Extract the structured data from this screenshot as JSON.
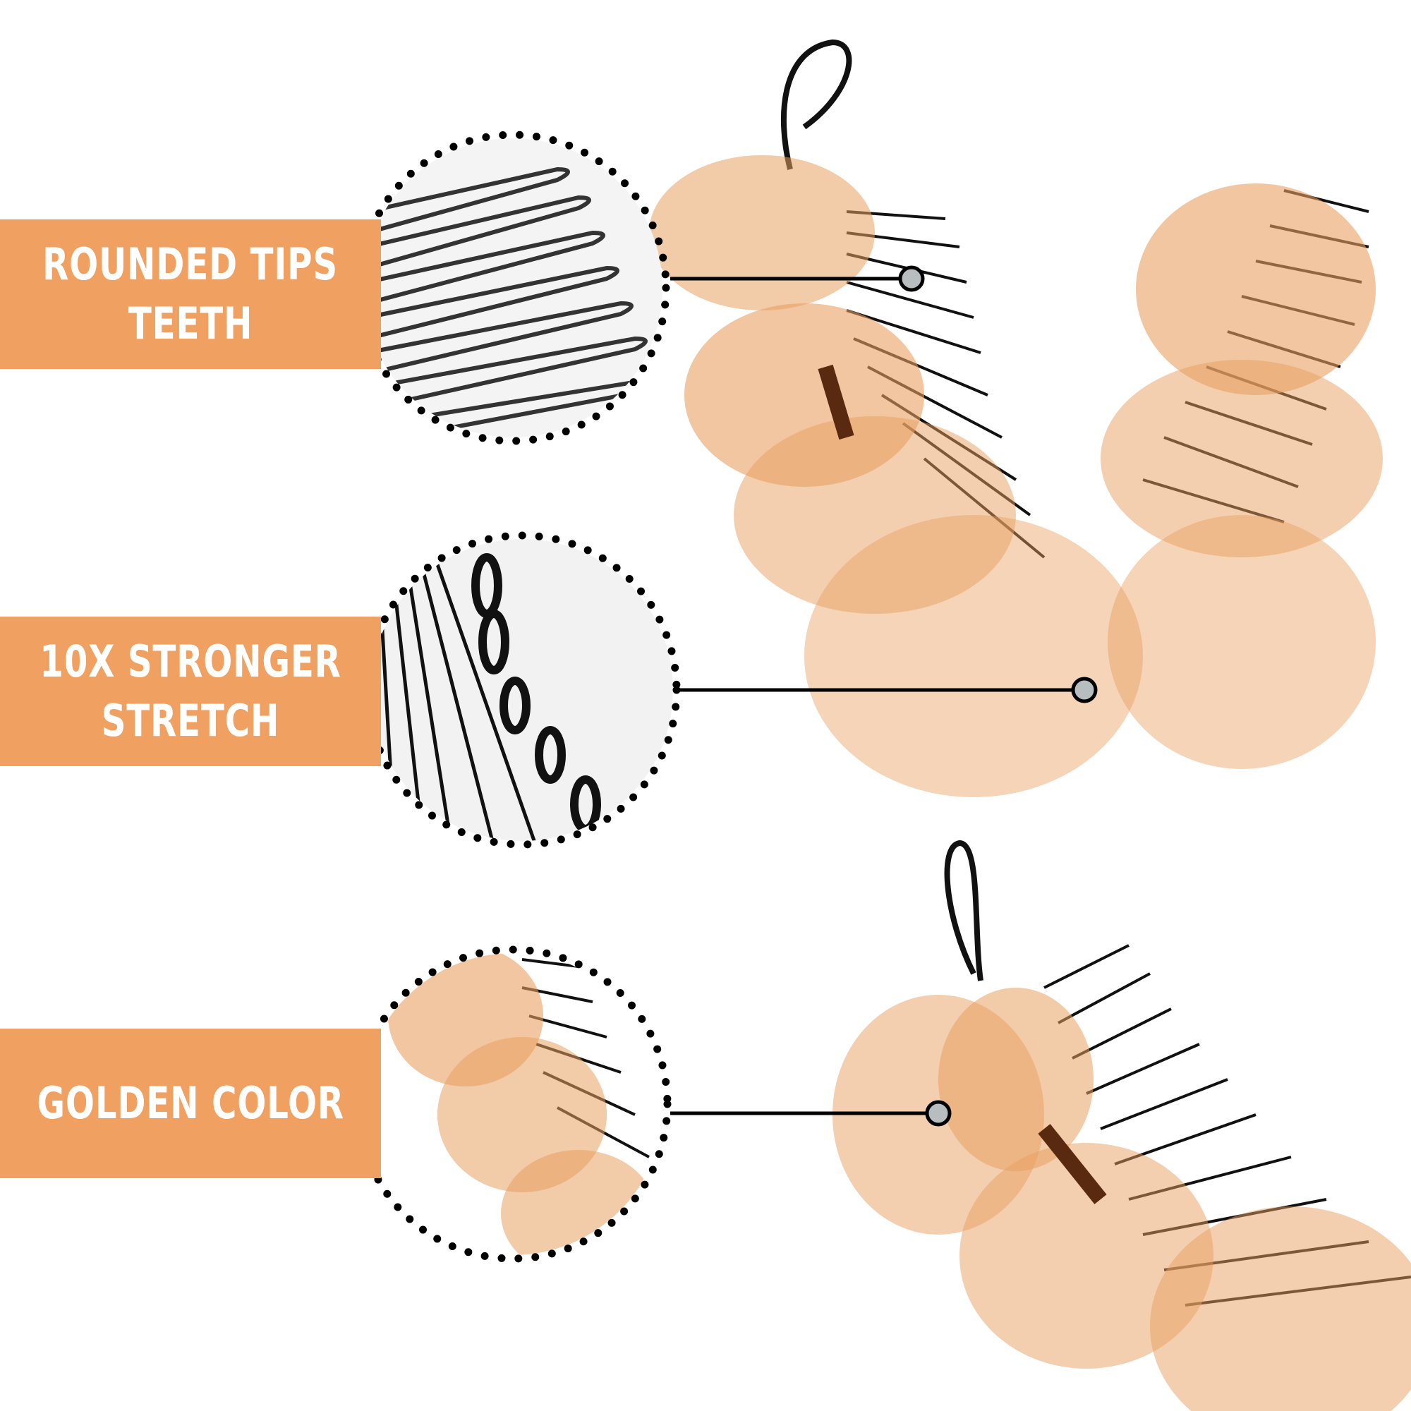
{
  "features": [
    {
      "line1": "ROUNDED TIPS",
      "line2": "TEETH"
    },
    {
      "line1": "10X STRONGER",
      "line2": "STRETCH"
    },
    {
      "line1": "GOLDEN COLOR"
    }
  ],
  "colors": {
    "banner": "#F0A060",
    "organza": "#E8A060",
    "comb": "#111111",
    "dot": "#B8BEC0"
  }
}
